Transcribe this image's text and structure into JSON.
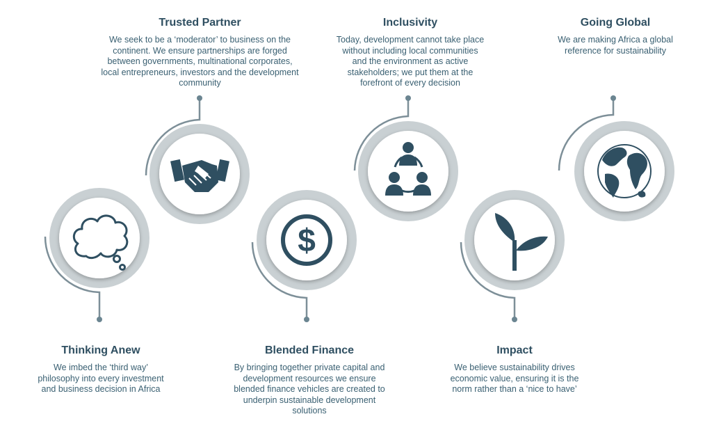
{
  "stages": [
    {
      "id": "thinking-anew",
      "title": "Thinking Anew",
      "description": "We imbed the ‘third way’\nphilosophy into every investment\nand business decision in Africa",
      "icon": "thought-cloud-icon"
    },
    {
      "id": "trusted-partner",
      "title": "Trusted Partner",
      "description": "We seek to be a ‘moderator’ to business on the\ncontinent. We ensure partnerships are forged\nbetween governments, multinational corporates,\nlocal entrepreneurs, investors and the development\ncommunity",
      "icon": "handshake-icon"
    },
    {
      "id": "blended-finance",
      "title": "Blended Finance",
      "description": "By bringing together private capital and\ndevelopment resources we ensure\nblended finance vehicles are created to\nunderpin sustainable development\nsolutions",
      "icon": "dollar-coin-icon"
    },
    {
      "id": "inclusivity",
      "title": "Inclusivity",
      "description": "Today, development cannot take place\nwithout including local communities\nand the environment as active\nstakeholders; we put them at the\nforefront of every decision",
      "icon": "community-circle-icon"
    },
    {
      "id": "impact",
      "title": "Impact",
      "description": "We believe sustainability drives\neconomic value, ensuring it is the\nnorm rather than a ‘nice to have’",
      "icon": "sprout-icon"
    },
    {
      "id": "going-global",
      "title": "Going Global",
      "description": "We are making Africa a global\nreference for sustainability",
      "icon": "globe-icon"
    }
  ],
  "colors": {
    "icon": "#2f4f61",
    "ring": "#c9d0d3",
    "connector": "#7d8f98",
    "title": "#2f4f61",
    "text": "#3a6072"
  }
}
